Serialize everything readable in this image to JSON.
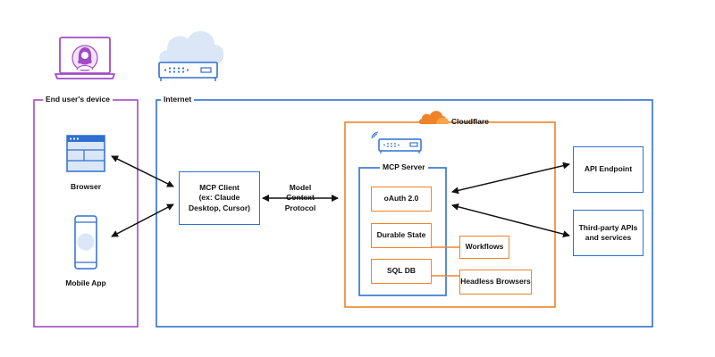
{
  "device": {
    "label": "End user's device"
  },
  "internet": {
    "label": "Internet"
  },
  "cloudflare": {
    "label": "Cloudflare"
  },
  "browser": {
    "label": "Browser"
  },
  "mobile": {
    "label": "Mobile App"
  },
  "mcp_client": {
    "line1": "MCP Client",
    "line2": "(ex: Claude",
    "line3": "Desktop, Cursor)"
  },
  "protocol": {
    "line1": "Model",
    "line2": "Context",
    "line3": "Protocol"
  },
  "mcp_server": {
    "label": "MCP Server"
  },
  "components": {
    "oauth": "oAuth 2.0",
    "durable": "Durable State",
    "sqldb": "SQL DB",
    "workflows": "Workflows",
    "headless": "Headless Browsers"
  },
  "api_endpoint": {
    "label": "API Endpoint"
  },
  "third_party": {
    "line1": "Third-party APIs",
    "line2": "and services"
  },
  "colors": {
    "purple": "#a24bc7",
    "blue": "#2f6fd0",
    "orange": "#f0822a",
    "cloud": "#dbe6f7"
  }
}
